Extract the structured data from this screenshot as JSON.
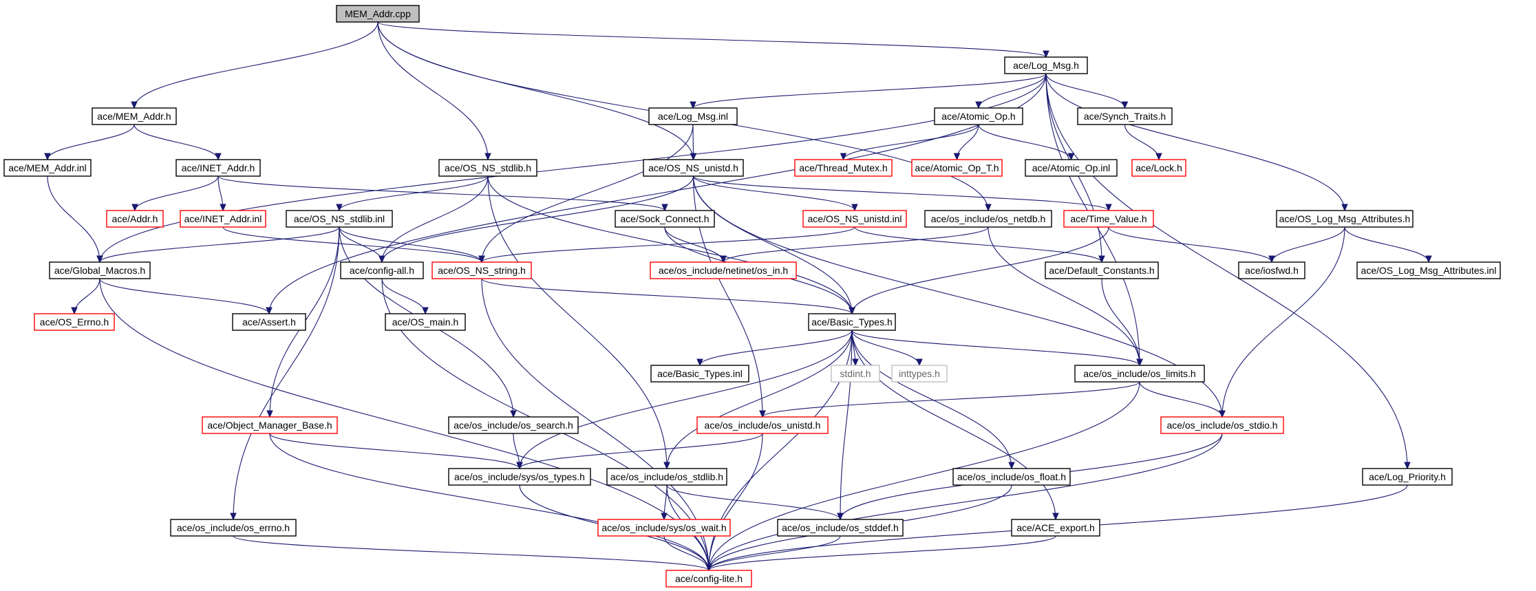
{
  "diagram": {
    "type": "include-dependency-graph",
    "colors": {
      "root_fill": "#bfbfbf",
      "normal_border": "#000000",
      "truncated_border": "#ff0000",
      "external_border": "#bfbfbf",
      "normal_text": "#000000",
      "external_text": "#666666",
      "edge": "#191970"
    },
    "nodes": [
      {
        "id": "mem_addr_cpp",
        "label": "MEM_Addr.cpp",
        "style": "root"
      },
      {
        "id": "log_msg_h",
        "label": "ace/Log_Msg.h",
        "style": "normal"
      },
      {
        "id": "mem_addr_h",
        "label": "ace/MEM_Addr.h",
        "style": "normal"
      },
      {
        "id": "log_msg_inl",
        "label": "ace/Log_Msg.inl",
        "style": "normal"
      },
      {
        "id": "atomic_op_h",
        "label": "ace/Atomic_Op.h",
        "style": "normal"
      },
      {
        "id": "synch_traits_h",
        "label": "ace/Synch_Traits.h",
        "style": "normal"
      },
      {
        "id": "mem_addr_inl",
        "label": "ace/MEM_Addr.inl",
        "style": "normal"
      },
      {
        "id": "inet_addr_h",
        "label": "ace/INET_Addr.h",
        "style": "normal"
      },
      {
        "id": "os_ns_stdlib_h",
        "label": "ace/OS_NS_stdlib.h",
        "style": "normal"
      },
      {
        "id": "os_ns_unistd_h",
        "label": "ace/OS_NS_unistd.h",
        "style": "normal"
      },
      {
        "id": "thread_mutex_h",
        "label": "ace/Thread_Mutex.h",
        "style": "truncated"
      },
      {
        "id": "atomic_op_t_h",
        "label": "ace/Atomic_Op_T.h",
        "style": "truncated"
      },
      {
        "id": "atomic_op_inl",
        "label": "ace/Atomic_Op.inl",
        "style": "normal"
      },
      {
        "id": "lock_h",
        "label": "ace/Lock.h",
        "style": "truncated"
      },
      {
        "id": "addr_h",
        "label": "ace/Addr.h",
        "style": "truncated"
      },
      {
        "id": "inet_addr_inl",
        "label": "ace/INET_Addr.inl",
        "style": "truncated"
      },
      {
        "id": "os_ns_stdlib_inl",
        "label": "ace/OS_NS_stdlib.inl",
        "style": "normal"
      },
      {
        "id": "sock_connect_h",
        "label": "ace/Sock_Connect.h",
        "style": "normal"
      },
      {
        "id": "os_ns_unistd_inl",
        "label": "ace/OS_NS_unistd.inl",
        "style": "truncated"
      },
      {
        "id": "os_netdb_h",
        "label": "ace/os_include/os_netdb.h",
        "style": "normal"
      },
      {
        "id": "time_value_h",
        "label": "ace/Time_Value.h",
        "style": "truncated"
      },
      {
        "id": "os_log_msg_attr_h",
        "label": "ace/OS_Log_Msg_Attributes.h",
        "style": "normal"
      },
      {
        "id": "global_macros_h",
        "label": "ace/Global_Macros.h",
        "style": "normal"
      },
      {
        "id": "config_all_h",
        "label": "ace/config-all.h",
        "style": "normal"
      },
      {
        "id": "os_ns_string_h",
        "label": "ace/OS_NS_string.h",
        "style": "truncated"
      },
      {
        "id": "os_in_h",
        "label": "ace/os_include/netinet/os_in.h",
        "style": "truncated"
      },
      {
        "id": "default_constants_h",
        "label": "ace/Default_Constants.h",
        "style": "normal"
      },
      {
        "id": "iosfwd_h",
        "label": "ace/iosfwd.h",
        "style": "normal"
      },
      {
        "id": "os_log_msg_attr_inl",
        "label": "ace/OS_Log_Msg_Attributes.inl",
        "style": "normal"
      },
      {
        "id": "os_errno_h",
        "label": "ace/OS_Errno.h",
        "style": "truncated"
      },
      {
        "id": "assert_h",
        "label": "ace/Assert.h",
        "style": "normal"
      },
      {
        "id": "os_main_h",
        "label": "ace/OS_main.h",
        "style": "normal"
      },
      {
        "id": "basic_types_h",
        "label": "ace/Basic_Types.h",
        "style": "normal"
      },
      {
        "id": "basic_types_inl",
        "label": "ace/Basic_Types.inl",
        "style": "normal"
      },
      {
        "id": "stdint_h",
        "label": "stdint.h",
        "style": "external"
      },
      {
        "id": "inttypes_h",
        "label": "inttypes.h",
        "style": "external"
      },
      {
        "id": "os_limits_h",
        "label": "ace/os_include/os_limits.h",
        "style": "normal"
      },
      {
        "id": "object_manager_base_h",
        "label": "ace/Object_Manager_Base.h",
        "style": "truncated"
      },
      {
        "id": "os_search_h",
        "label": "ace/os_include/os_search.h",
        "style": "normal"
      },
      {
        "id": "os_unistd_h",
        "label": "ace/os_include/os_unistd.h",
        "style": "truncated"
      },
      {
        "id": "os_stdio_h",
        "label": "ace/os_include/os_stdio.h",
        "style": "truncated"
      },
      {
        "id": "sys_os_types_h",
        "label": "ace/os_include/sys/os_types.h",
        "style": "normal"
      },
      {
        "id": "os_stdlib_h",
        "label": "ace/os_include/os_stdlib.h",
        "style": "normal"
      },
      {
        "id": "os_float_h",
        "label": "ace/os_include/os_float.h",
        "style": "normal"
      },
      {
        "id": "log_priority_h",
        "label": "ace/Log_Priority.h",
        "style": "normal"
      },
      {
        "id": "os_errno_inc_h",
        "label": "ace/os_include/os_errno.h",
        "style": "normal"
      },
      {
        "id": "sys_os_wait_h",
        "label": "ace/os_include/sys/os_wait.h",
        "style": "truncated"
      },
      {
        "id": "os_stddef_h",
        "label": "ace/os_include/os_stddef.h",
        "style": "normal"
      },
      {
        "id": "ace_export_h",
        "label": "ace/ACE_export.h",
        "style": "normal"
      },
      {
        "id": "config_lite_h",
        "label": "ace/config-lite.h",
        "style": "truncated"
      }
    ],
    "edges": [
      [
        "mem_addr_cpp",
        "log_msg_h"
      ],
      [
        "mem_addr_cpp",
        "mem_addr_h"
      ],
      [
        "mem_addr_cpp",
        "os_ns_stdlib_h"
      ],
      [
        "mem_addr_cpp",
        "os_ns_unistd_h"
      ],
      [
        "mem_addr_cpp",
        "os_netdb_h"
      ],
      [
        "log_msg_h",
        "global_macros_h"
      ],
      [
        "log_msg_h",
        "assert_h"
      ],
      [
        "log_msg_h",
        "log_msg_inl"
      ],
      [
        "log_msg_h",
        "atomic_op_h"
      ],
      [
        "log_msg_h",
        "synch_traits_h"
      ],
      [
        "log_msg_h",
        "os_log_msg_attr_h"
      ],
      [
        "log_msg_h",
        "default_constants_h"
      ],
      [
        "log_msg_h",
        "os_limits_h"
      ],
      [
        "log_msg_h",
        "log_priority_h"
      ],
      [
        "mem_addr_h",
        "mem_addr_inl"
      ],
      [
        "mem_addr_h",
        "inet_addr_h"
      ],
      [
        "log_msg_inl",
        "os_ns_unistd_h"
      ],
      [
        "log_msg_inl",
        "os_ns_string_h"
      ],
      [
        "atomic_op_h",
        "thread_mutex_h"
      ],
      [
        "atomic_op_h",
        "atomic_op_t_h"
      ],
      [
        "atomic_op_h",
        "atomic_op_inl"
      ],
      [
        "synch_traits_h",
        "lock_h"
      ],
      [
        "mem_addr_inl",
        "global_macros_h"
      ],
      [
        "inet_addr_h",
        "addr_h"
      ],
      [
        "inet_addr_h",
        "inet_addr_inl"
      ],
      [
        "inet_addr_h",
        "sock_connect_h"
      ],
      [
        "inet_addr_inl",
        "os_ns_string_h"
      ],
      [
        "os_ns_stdlib_h",
        "os_ns_stdlib_inl"
      ],
      [
        "os_ns_stdlib_h",
        "config_all_h"
      ],
      [
        "os_ns_stdlib_h",
        "basic_types_h"
      ],
      [
        "os_ns_stdlib_h",
        "os_stdlib_h"
      ],
      [
        "os_ns_unistd_h",
        "config_all_h"
      ],
      [
        "os_ns_unistd_h",
        "os_ns_unistd_inl"
      ],
      [
        "os_ns_unistd_h",
        "time_value_h"
      ],
      [
        "os_ns_unistd_h",
        "basic_types_h"
      ],
      [
        "os_ns_unistd_h",
        "os_unistd_h"
      ],
      [
        "os_ns_unistd_h",
        "os_stdio_h"
      ],
      [
        "atomic_op_t_h",
        "atomic_op_t_h"
      ],
      [
        "os_ns_stdlib_inl",
        "global_macros_h"
      ],
      [
        "os_ns_stdlib_inl",
        "config_all_h"
      ],
      [
        "os_ns_stdlib_inl",
        "os_ns_string_h"
      ],
      [
        "os_ns_stdlib_inl",
        "object_manager_base_h"
      ],
      [
        "os_ns_stdlib_inl",
        "os_search_h"
      ],
      [
        "os_ns_stdlib_inl",
        "os_errno_inc_h"
      ],
      [
        "sock_connect_h",
        "os_in_h"
      ],
      [
        "sock_connect_h",
        "basic_types_h"
      ],
      [
        "os_ns_unistd_inl",
        "os_ns_string_h"
      ],
      [
        "os_ns_unistd_inl",
        "default_constants_h"
      ],
      [
        "os_netdb_h",
        "os_in_h"
      ],
      [
        "os_netdb_h",
        "os_limits_h"
      ],
      [
        "time_value_h",
        "basic_types_h"
      ],
      [
        "time_value_h",
        "iosfwd_h"
      ],
      [
        "os_log_msg_attr_h",
        "iosfwd_h"
      ],
      [
        "os_log_msg_attr_h",
        "os_log_msg_attr_inl"
      ],
      [
        "os_log_msg_attr_h",
        "os_stdio_h"
      ],
      [
        "global_macros_h",
        "os_errno_h"
      ],
      [
        "global_macros_h",
        "assert_h"
      ],
      [
        "global_macros_h",
        "config_lite_h"
      ],
      [
        "config_all_h",
        "os_main_h"
      ],
      [
        "config_all_h",
        "config_lite_h"
      ],
      [
        "os_ns_string_h",
        "basic_types_h"
      ],
      [
        "os_ns_string_h",
        "config_lite_h"
      ],
      [
        "default_constants_h",
        "os_limits_h"
      ],
      [
        "basic_types_h",
        "basic_types_inl"
      ],
      [
        "basic_types_h",
        "stdint_h"
      ],
      [
        "basic_types_h",
        "inttypes_h"
      ],
      [
        "basic_types_h",
        "os_limits_h"
      ],
      [
        "basic_types_h",
        "sys_os_types_h"
      ],
      [
        "basic_types_h",
        "os_stdlib_h"
      ],
      [
        "basic_types_h",
        "os_float_h"
      ],
      [
        "basic_types_h",
        "os_stddef_h"
      ],
      [
        "basic_types_h",
        "ace_export_h"
      ],
      [
        "basic_types_h",
        "config_lite_h"
      ],
      [
        "os_limits_h",
        "os_unistd_h"
      ],
      [
        "os_limits_h",
        "os_stdio_h"
      ],
      [
        "os_limits_h",
        "config_lite_h"
      ],
      [
        "object_manager_base_h",
        "sys_os_types_h"
      ],
      [
        "object_manager_base_h",
        "config_lite_h"
      ],
      [
        "os_search_h",
        "sys_os_types_h"
      ],
      [
        "os_unistd_h",
        "sys_os_types_h"
      ],
      [
        "os_unistd_h",
        "config_lite_h"
      ],
      [
        "os_stdio_h",
        "os_stddef_h"
      ],
      [
        "os_stdio_h",
        "config_lite_h"
      ],
      [
        "sys_os_types_h",
        "config_lite_h"
      ],
      [
        "os_stdlib_h",
        "sys_os_wait_h"
      ],
      [
        "os_stdlib_h",
        "os_stddef_h"
      ],
      [
        "os_stdlib_h",
        "config_lite_h"
      ],
      [
        "os_float_h",
        "config_lite_h"
      ],
      [
        "log_priority_h",
        "config_lite_h"
      ],
      [
        "os_errno_inc_h",
        "config_lite_h"
      ],
      [
        "sys_os_wait_h",
        "config_lite_h"
      ],
      [
        "os_stddef_h",
        "config_lite_h"
      ],
      [
        "ace_export_h",
        "config_lite_h"
      ]
    ]
  }
}
